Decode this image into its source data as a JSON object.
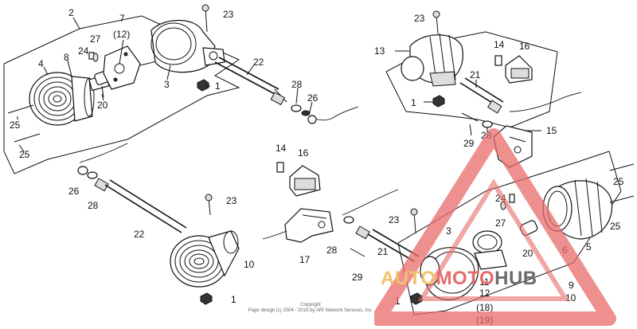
{
  "diagram": {
    "callouts": {
      "c1a": "1",
      "c1b": "1",
      "c1c": "1",
      "c1d": "1",
      "c2": "2",
      "c3a": "3",
      "c3b": "3",
      "c4": "4",
      "c5": "5",
      "c6": "6",
      "c7": "7",
      "c7b": "(12)",
      "c8": "8",
      "c9": "9",
      "c10a": "10",
      "c10b": "10",
      "c11": "11",
      "c12": "12",
      "c13": "13",
      "c14a": "14",
      "c14b": "14",
      "c15": "15",
      "c16a": "16",
      "c16b": "16",
      "c17": "17",
      "c18": "(18)",
      "c19": "(19)",
      "c20a": "20",
      "c20b": "20",
      "c21a": "21",
      "c21b": "21",
      "c22a": "22",
      "c22b": "22",
      "c23a": "23",
      "c23b": "23",
      "c23c": "23",
      "c23d": "23",
      "c24a": "24",
      "c24b": "24",
      "c25a": "25",
      "c25b": "25",
      "c25c": "25",
      "c25d": "25",
      "c26a": "26",
      "c26b": "26",
      "c27a": "27",
      "c27b": "27",
      "c28a": "28",
      "c28b": "28",
      "c28c": "28",
      "c28d": "28",
      "c29a": "29",
      "c29b": "29"
    },
    "copyright": {
      "line1": "Copyright",
      "line2": "Page design (c) 2004 - 2016 by ARI Network Services, Inc."
    },
    "watermark": {
      "part1": "AUTO",
      "part2": "MOTO",
      "part3": "HUB",
      "colors": {
        "part1": "#f2c26b",
        "part2": "#e86b6b",
        "part3": "#6b6b6b",
        "triangle": "#e86b6b"
      }
    }
  }
}
